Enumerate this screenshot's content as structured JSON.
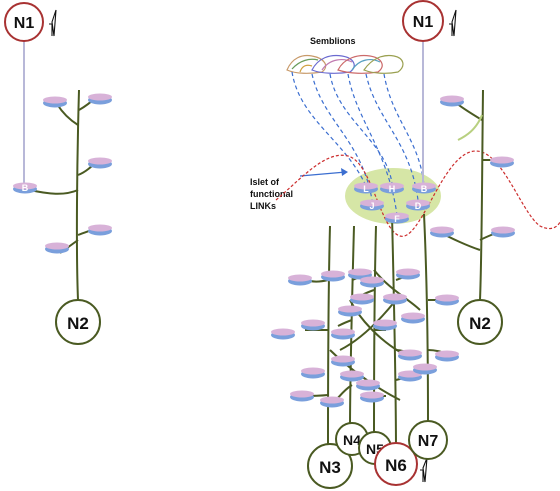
{
  "labels": {
    "semblions": "Semblions",
    "islet_line1": "Islet of",
    "islet_line2": "functional",
    "islet_line3": "LINKs"
  },
  "neurons": {
    "n1_left": "N1",
    "n2_left": "N2",
    "n1_right": "N1",
    "n2_right": "N2",
    "n3": "N3",
    "n4": "N4",
    "n5": "N5",
    "n6": "N6",
    "n7": "N7"
  },
  "spines": {
    "b_left": "B",
    "l": "L",
    "h": "H",
    "b_right": "B",
    "j": "J",
    "d": "D",
    "f": "F"
  },
  "colors": {
    "dendrite": "#4a5a22",
    "neuron_ring": "#4a5a22",
    "neuron_ring_red": "#a83232",
    "spine_top": "#d8b2d8",
    "spine_base": "#7a9fdc",
    "islet_fill": "#d6e6a6",
    "semblion_link": "#3b6ed0",
    "wave": "#cc2e2e",
    "axon": "#b8b8d8"
  }
}
